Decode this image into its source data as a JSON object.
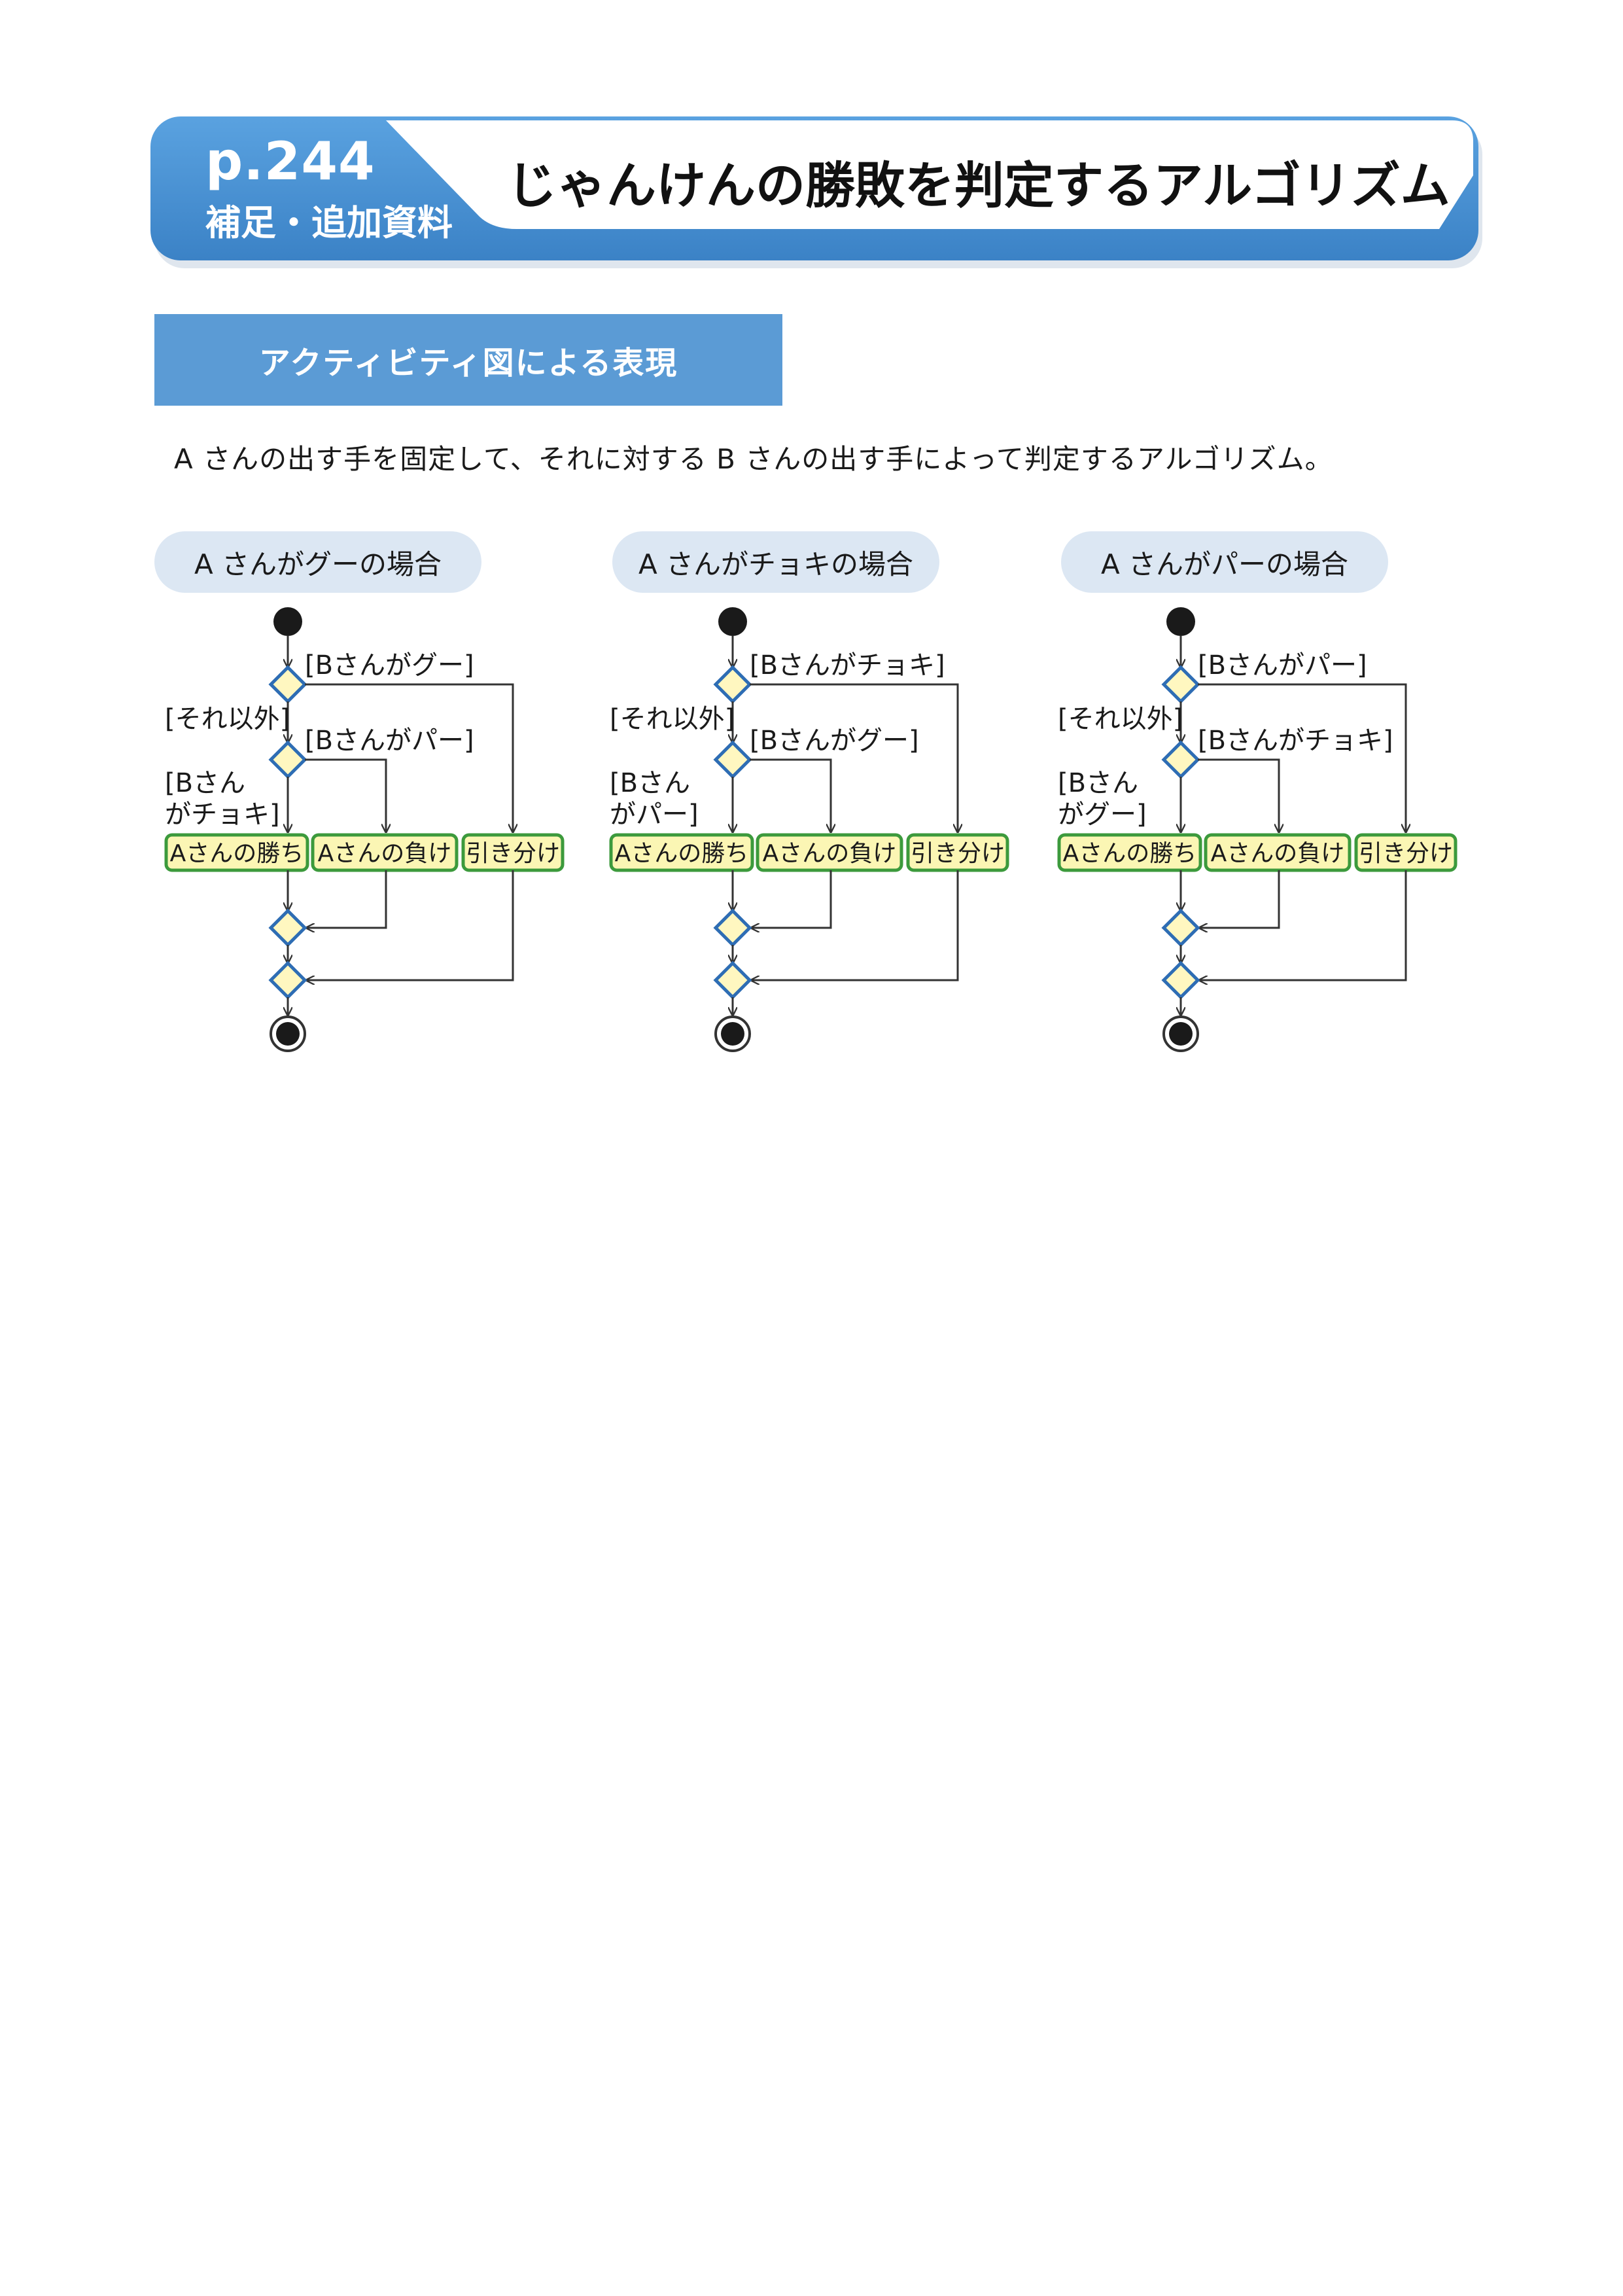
{
  "header": {
    "page_number": "p.244",
    "section_tag": "補足・追加資料",
    "title": "じゃんけんの勝敗を判定するアルゴリズム"
  },
  "section_heading": "アクティビティ図による表現",
  "intro": "A さんの出す手を固定して、それに対する B さんの出す手によって判定するアルゴリズム。",
  "colors": {
    "header_blue": "#4a90d0",
    "section_blue": "#5b9bd5",
    "pill_bg": "#dce7f3",
    "diamond_fill": "#fff7c0",
    "diamond_stroke": "#2e6db4",
    "action_fill": "#fbf6b4",
    "action_stroke": "#3c9a3c"
  },
  "cases": [
    {
      "label": "A さんがグーの場合",
      "guard_first": "[Bさんがグー]",
      "guard_else": "[それ以外]",
      "guard_second": "[Bさんがパー]",
      "guard_remaining_line1": "[Bさん",
      "guard_remaining_line2": "がチョキ]",
      "actions": [
        "Aさんの勝ち",
        "Aさんの負け",
        "引き分け"
      ]
    },
    {
      "label": "A さんがチョキの場合",
      "guard_first": "[Bさんがチョキ]",
      "guard_else": "[それ以外]",
      "guard_second": "[Bさんがグー]",
      "guard_remaining_line1": "[Bさん",
      "guard_remaining_line2": "がパー]",
      "actions": [
        "Aさんの勝ち",
        "Aさんの負け",
        "引き分け"
      ]
    },
    {
      "label": "A さんがパーの場合",
      "guard_first": "[Bさんがパー]",
      "guard_else": "[それ以外]",
      "guard_second": "[Bさんがチョキ]",
      "guard_remaining_line1": "[Bさん",
      "guard_remaining_line2": "がグー]",
      "actions": [
        "Aさんの勝ち",
        "Aさんの負け",
        "引き分け"
      ]
    }
  ]
}
